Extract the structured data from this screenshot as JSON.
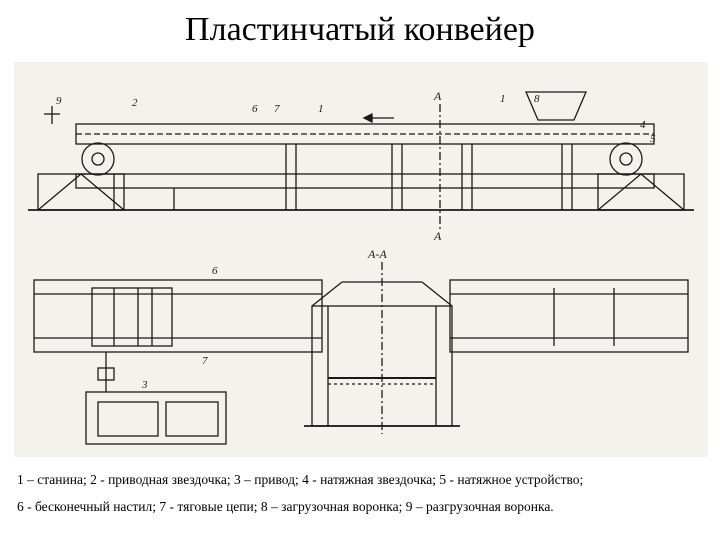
{
  "title": "Пластинчатый конвейер",
  "section_label": "А-А",
  "section_marks": [
    "А",
    "А"
  ],
  "part_numbers": [
    "9",
    "2",
    "6",
    "7",
    "1",
    "1",
    "8",
    "4",
    "5",
    "6",
    "7",
    "3"
  ],
  "caption": [
    "1 – станина; 2 - приводная звездочка; 3 – привод; 4 - натяжная звездочка; 5 - натяжное устройство;",
    "6 - бесконечный настил; 7 - тяговые цепи; 8 – загрузочная воронка; 9 – разгрузочная воронка."
  ]
}
